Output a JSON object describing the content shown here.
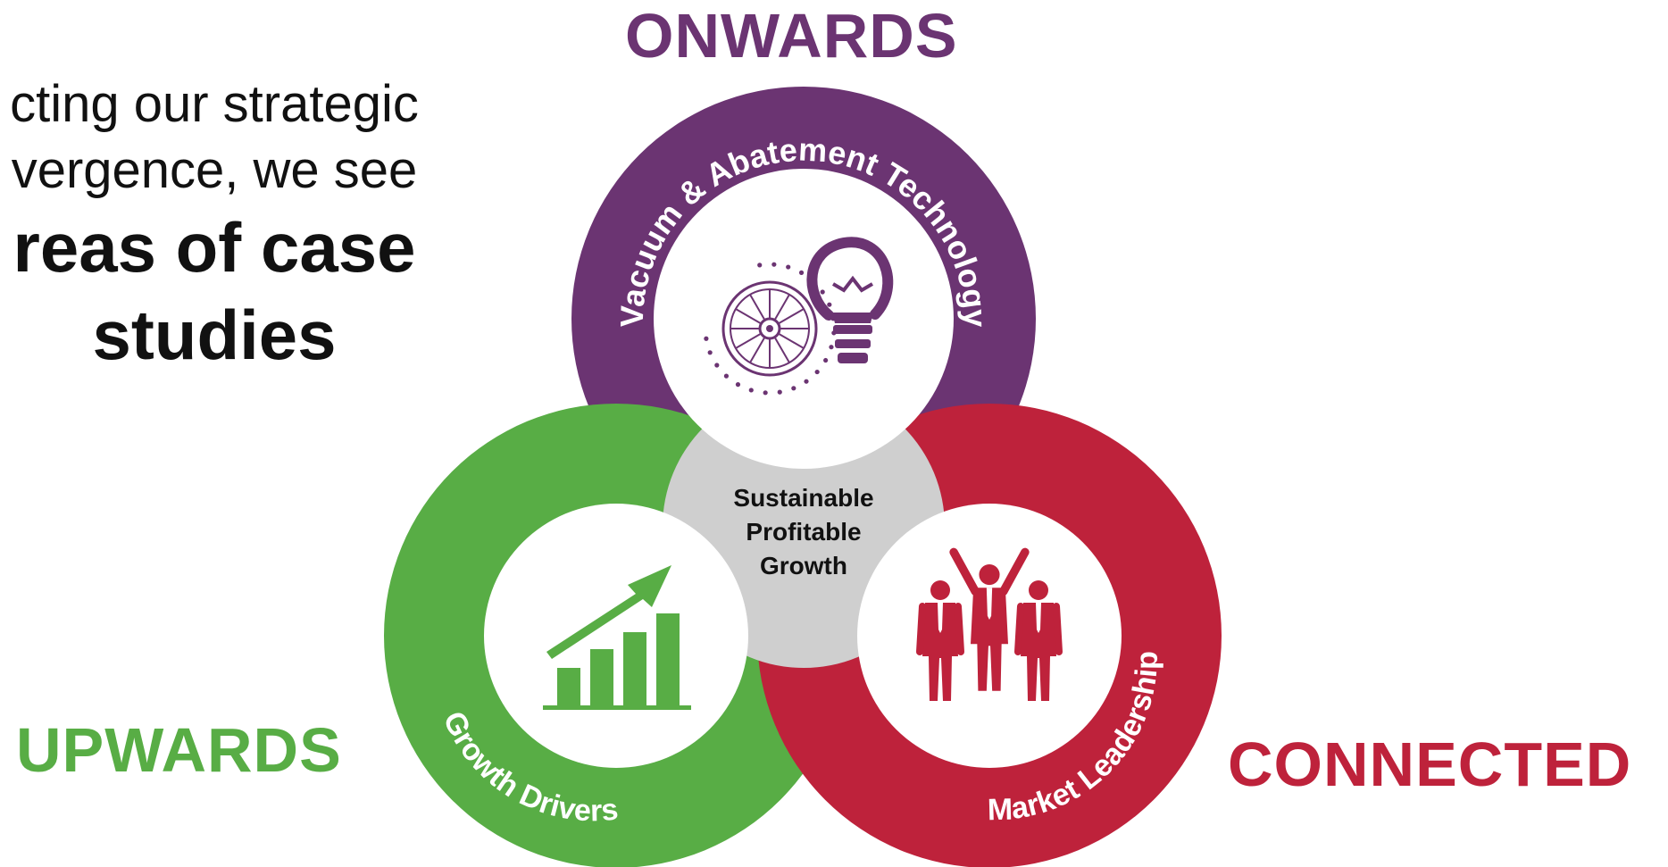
{
  "intro": {
    "line1": "cting our strategic",
    "line2": "vergence, we see",
    "line3": "reas of case",
    "line4": "studies"
  },
  "headings": {
    "onwards": "ONWARDS",
    "upwards": "UPWARDS",
    "connected": "CONNECTED"
  },
  "rings": {
    "top_label": "Vacuum & Abatement Technology",
    "left_label": "Growth Drivers",
    "right_label": "Market Leadership"
  },
  "center": {
    "line1": "Sustainable",
    "line2": "Profitable",
    "line3": "Growth"
  },
  "colors": {
    "purple": "#6B3472",
    "green": "#58AD45",
    "red": "#BE223B",
    "center_gray": "#CFCFCF",
    "text_dark": "#111111"
  },
  "icons": {
    "top": "wheel-and-lightbulb-icon",
    "left": "rising-bar-chart-icon",
    "right": "team-celebrating-icon"
  }
}
